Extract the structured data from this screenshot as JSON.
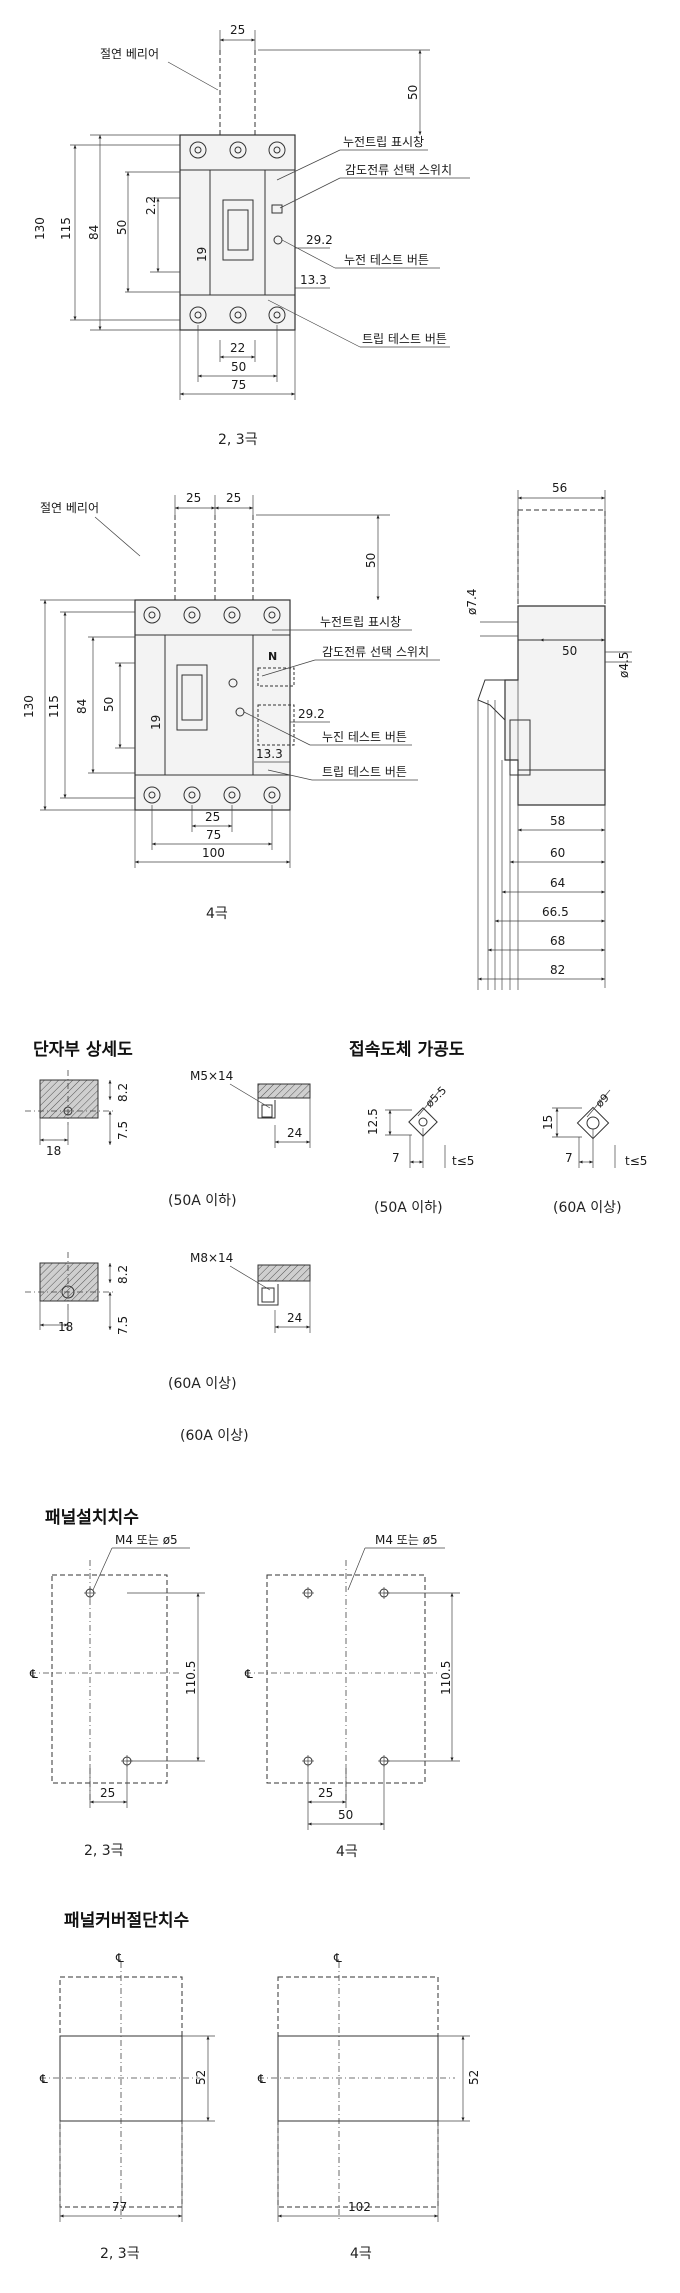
{
  "top_3pole": {
    "barrier_label": "절연 베리어",
    "dim_top": "25",
    "dim_barrier": "50",
    "dim_130": "130",
    "dim_115": "115",
    "dim_84": "84",
    "dim_50": "50",
    "dim_22": "2.2",
    "dim_19": "19",
    "dim_292": "29.2",
    "dim_133": "13.3",
    "dim_22b": "22",
    "dim_50b": "50",
    "dim_75": "75",
    "callout_indicator": "누전트립 표시창",
    "callout_switch": "감도전류 선택 스위치",
    "callout_test": "누전 테스트 버튼",
    "callout_trip": "트립 테스트 버튼",
    "caption": "2, 3극"
  },
  "four_pole": {
    "barrier_label": "절연 베리어",
    "dim_25a": "25",
    "dim_25b": "25",
    "dim_barrier": "50",
    "dim_130": "130",
    "dim_115": "115",
    "dim_84": "84",
    "dim_50": "50",
    "dim_19": "19",
    "dim_292": "29.2",
    "dim_133": "13.3",
    "dim_25c": "25",
    "dim_75": "75",
    "dim_100": "100",
    "callout_indicator": "누전트립 표시창",
    "callout_switch": "감도전류 선택 스위치",
    "callout_test": "누진 테스트 버튼",
    "callout_trip": "트립 테스트 버튼",
    "caption": "4극"
  },
  "side_view": {
    "dim_56": "56",
    "dim_phi74": "ø7.4",
    "dim_50": "50",
    "dim_phi45": "ø4.5",
    "dim_58": "58",
    "dim_60": "60",
    "dim_64": "64",
    "dim_665": "66.5",
    "dim_68": "68",
    "dim_82": "82"
  },
  "terminal": {
    "heading": "단자부 상세도",
    "a_dim_82": "8.2",
    "a_dim_18": "18",
    "a_dim_75": "7.5",
    "a_screw": "M5×14",
    "a_dim_24": "24",
    "a_caption": "(50A 이하)",
    "b_dim_82": "8.2",
    "b_dim_18": "18",
    "b_dim_75": "7.5",
    "b_screw": "M8×14",
    "b_dim_24": "24",
    "b_caption": "(60A 이상)",
    "b_caption2": "(60A 이상)"
  },
  "connector": {
    "heading": "접속도체 가공도",
    "a_phi": "ø5.5",
    "a_dim_125": "12.5",
    "a_dim_7": "7",
    "a_t": "t≤5",
    "a_caption": "(50A 이하)",
    "b_phi": "ø9",
    "b_dim_15": "15",
    "b_dim_7": "7",
    "b_t": "t≤5",
    "b_caption": "(60A 이상)"
  },
  "panel_install": {
    "heading": "패널설치치수",
    "a_hole": "M4 또는 ø5",
    "a_dim_1105": "110.5",
    "a_dim_25": "25",
    "a_caption": "2, 3극",
    "b_hole": "M4 또는 ø5",
    "b_dim_1105": "110.5",
    "b_dim_25": "25",
    "b_dim_50": "50",
    "b_caption": "4극"
  },
  "panel_cover": {
    "heading": "패널커버절단치수",
    "a_dim_52": "52",
    "a_dim_77": "77",
    "a_caption": "2, 3극",
    "b_dim_52": "52",
    "b_dim_102": "102",
    "b_caption": "4극"
  },
  "symbols": {
    "centerline": "℄"
  }
}
